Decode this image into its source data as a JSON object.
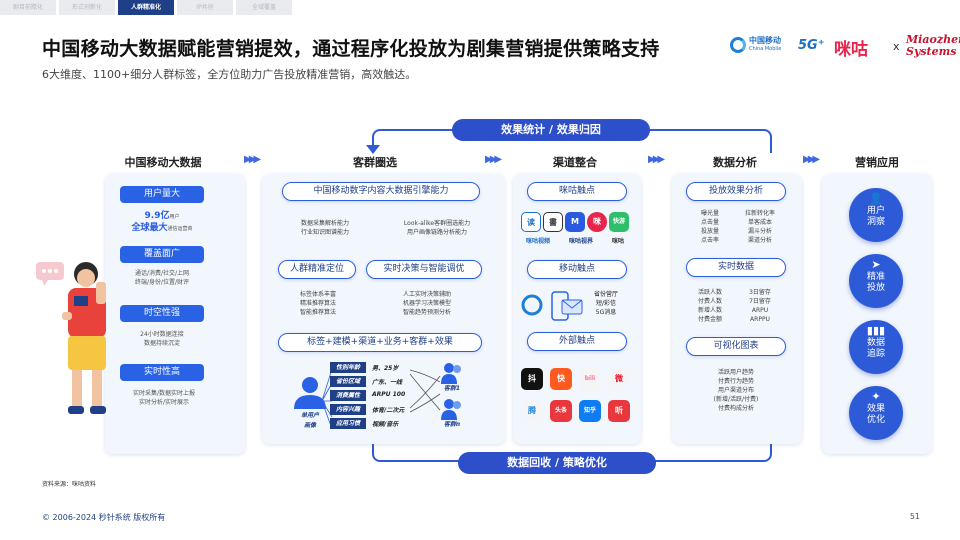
{
  "tabs": [
    "剧目前瞻化",
    "形式创新化",
    "人群精准化",
    "IP共创",
    "全域覆盖"
  ],
  "header": {
    "title": "中国移动大数据赋能营销提效，通过程序化投放为剧集营销提供策略支持",
    "subtitle": "6大维度、1100+细分人群标签，全方位助力广告投放精准营销，高效触达。"
  },
  "logos": {
    "cm_line1": "中国移动",
    "cm_line2": "China Mobile",
    "fiveg": "5G⁺",
    "migu": "咪咕",
    "x": "x",
    "mz_line1": "Miaozhen",
    "mz_line2": "Systems"
  },
  "loop": {
    "top": "效果统计 / 效果归因",
    "bottom": "数据回收 / 策略优化"
  },
  "columns": {
    "c1": "中国移动大数据",
    "c2": "客群圈选",
    "c3": "渠道整合",
    "c4": "数据分析",
    "c5": "营销应用"
  },
  "col1": {
    "b1": "用户量大",
    "v1": "9.9亿",
    "v1_unit": "用户",
    "v2": "全球最大",
    "v2_unit": "通信运营商",
    "b2": "覆盖面广",
    "t2": [
      "通话/消费/社交/上网",
      "终端/身份/位置/财评"
    ],
    "b3": "时空性强",
    "t3": [
      "24小时数据连接",
      "数据持续沉淀"
    ],
    "b4": "实时性高",
    "t4": [
      "实时采集/数据实时上报",
      "实时分析/实时展示"
    ]
  },
  "col2": {
    "p1": "中国移动数字内容大数据引擎能力",
    "p1_left": [
      "数据采集解析能力",
      "行业知识图谱能力"
    ],
    "p1_right": [
      "Look-alike客群圈选能力",
      "用户画像链路分析能力"
    ],
    "p2a": "人群精准定位",
    "p2b": "实时决策与智能调优",
    "p2a_txt": [
      "标签体系丰富",
      "精准推荐算法",
      "智能推荐算法"
    ],
    "p2b_txt": [
      "人工实时决策辅助",
      "机器学习决策模型",
      "智能趋势预测分析"
    ],
    "p3": "标签+建模+渠道+业务+客群+效果",
    "tags": [
      {
        "k": "性别年龄",
        "v": "男、25岁"
      },
      {
        "k": "省份区域",
        "v": "广东、一线"
      },
      {
        "k": "消费属性",
        "v": "ARPU 100"
      },
      {
        "k": "内容兴趣",
        "v": "体育/二次元"
      },
      {
        "k": "应用习惯",
        "v": "视频/音乐"
      }
    ],
    "user_label": [
      "单用户",
      "画像"
    ],
    "group1": "客群1",
    "groupn": "客群n"
  },
  "col3": {
    "h1": "咪咕触点",
    "apps1": [
      "读",
      "書",
      "M",
      "咪",
      "快游"
    ],
    "apps1_row2": [
      "咪咕视频",
      "咪咕视界",
      "咪咕"
    ],
    "h2": "移动触点",
    "mobile_txt": [
      "省份营厅",
      "短/彩信",
      "5G消息"
    ],
    "h3": "外部触点",
    "apps3": [
      "抖",
      "快",
      "bili",
      "微",
      "腾",
      "头条",
      "知乎",
      "听"
    ]
  },
  "col4": {
    "h1": "投放效果分析",
    "l1": [
      "曝光量",
      "点击量",
      "投放量",
      "点击率"
    ],
    "r1": [
      "拉新转化率",
      "单客成本",
      "漏斗分析",
      "渠道分析"
    ],
    "h2": "实时数据",
    "l2": [
      "活跃人数",
      "付费人数",
      "新增人数",
      "付费金额"
    ],
    "r2": [
      "3日留存",
      "7日留存",
      "ARPU",
      "ARPPU"
    ],
    "h3": "可视化图表",
    "t3": [
      "活跃用户趋势",
      "付费行为趋势",
      "用户渠道分布",
      "(新增/活跃/付费)",
      "付费构成分析"
    ]
  },
  "col5": {
    "items": [
      {
        "icon": "person",
        "l1": "用户",
        "l2": "洞察"
      },
      {
        "icon": "send",
        "l1": "精准",
        "l2": "投放"
      },
      {
        "icon": "bars",
        "l1": "数据",
        "l2": "追踪"
      },
      {
        "icon": "spark",
        "l1": "效果",
        "l2": "优化"
      }
    ]
  },
  "source": "资料来源：咪咕资料",
  "footer": "© 2006-2024 秒针系统 版权所有",
  "page_no": "51",
  "colors": {
    "navy": "#1f3f87",
    "blue": "#2a62e6",
    "bg_card": "#f2f6fd"
  }
}
